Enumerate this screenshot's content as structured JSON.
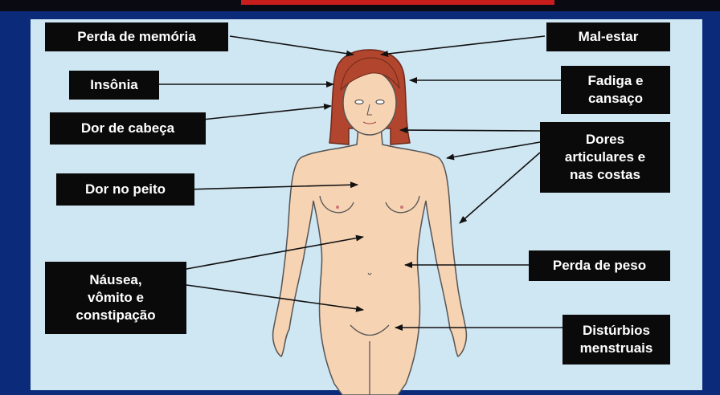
{
  "labels": {
    "memoria": "Perda de memória",
    "insonia": "Insônia",
    "cabeca": "Dor de cabeça",
    "peito": "Dor no peito",
    "nausea": "Náusea,\nvômito e\nconstipação",
    "malestar": "Mal-estar",
    "fadiga": "Fadiga e\ncansaço",
    "dores": "Dores\narticulares e\nnas costas",
    "peso": "Perda de peso",
    "menstruais": "Distúrbios\nmenstruais"
  },
  "colors": {
    "background": "#0b2a7a",
    "panel": "#cfe6f3",
    "label_bg": "#0a0a0a",
    "label_text": "#ffffff",
    "skin": "#f6d3b3",
    "hair": "#b2452e"
  }
}
